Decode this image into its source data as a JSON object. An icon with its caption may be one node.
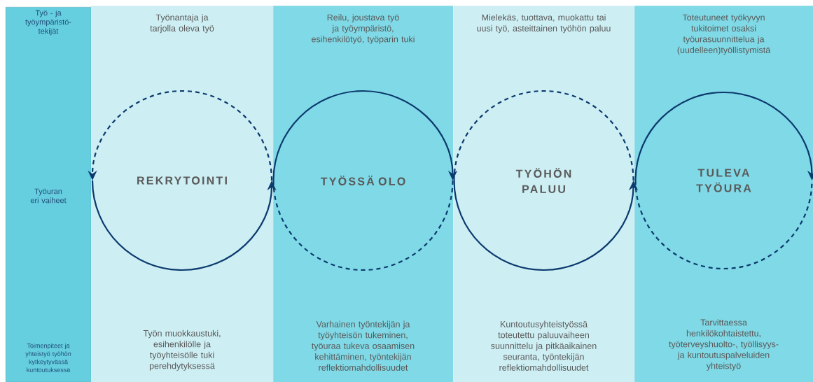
{
  "diagram": {
    "nodes": [
      {
        "text": [
          "Työ - ja työympäristö- tekijät",
          "Työuran eri vaiheet",
          "Toimenpiteet ja yhteistyö työhön kytkeytyvässä kuntoutuksessa"
        ]
      },
      {
        "text": [
          "Työnantaja ja tarjolla oleva työ",
          "Työn muokkaustuki, esihenkilölle ja työyhteisölle tuki perehdytyksessä"
        ]
      },
      {
        "text": [
          "REKRYTOINTI"
        ],
        "in": 1
      },
      {
        "text": [
          "Reilu, joustava työ ja työympäristö, esihenkilötyö, työparin tuki",
          "Varhainen työntekijän ja työyhteisön tukeminen, työuraa tukeva osaamisen kehittäminen, työntekijän reflektiomahdollisuudet"
        ]
      },
      {
        "text": [
          "TYÖSSÄ OLO"
        ],
        "in": 3
      },
      {
        "text": [
          "Mielekäs, tuottava, muokattu tai uusi työ, asteittainen työhön paluu",
          "Kuntoutusyhteistyössä toteutettu paluuvaiheen suunnittelu ja pitkäaikainen seuranta, työntekijän reflektiomahdollisuudet"
        ]
      },
      {
        "text": [
          "TYÖHÖN PALUU"
        ],
        "in": 5
      },
      {
        "text": [
          "Toteutuneet työkyvyn tukitoimet osaksi työurasuunnittelua ja (uudelleen)työllistymistä",
          "Tarvittaessa henkilökohtaistettu, työterveyshuolto-, työllisyys- ja kuntoutuspalveluiden yhteistyö"
        ]
      },
      {
        "text": [
          "TULEVA TYÖURA"
        ],
        "in": 7
      }
    ]
  }
}
